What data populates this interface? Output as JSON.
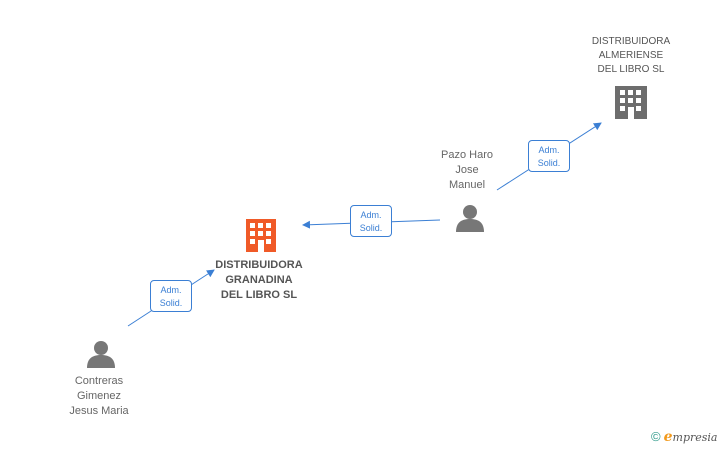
{
  "nodes": {
    "company_top": {
      "lines": [
        "DISTRIBUIDORA",
        "ALMERIENSE",
        "DEL LIBRO SL"
      ],
      "color": "#666666"
    },
    "company_main": {
      "lines": [
        "DISTRIBUIDORA",
        "GRANADINA",
        "DEL LIBRO SL"
      ],
      "color": "#f05a28"
    },
    "person_pazo": {
      "lines": [
        "Pazo Haro",
        "Jose",
        "Manuel"
      ]
    },
    "person_contreras": {
      "lines": [
        "Contreras",
        "Gimenez",
        "Jesus Maria"
      ]
    }
  },
  "edges": [
    {
      "from": "person_pazo",
      "to": "company_top",
      "role": [
        "Adm.",
        "Solid."
      ]
    },
    {
      "from": "person_pazo",
      "to": "company_main",
      "role": [
        "Adm.",
        "Solid."
      ]
    },
    {
      "from": "person_contreras",
      "to": "company_main",
      "role": [
        "Adm.",
        "Solid."
      ]
    }
  ],
  "colors": {
    "edge": "#3b7fd4",
    "person": "#777777"
  },
  "icons": {
    "company": "building-icon",
    "person": "person-icon"
  },
  "footer": {
    "copyright": "©",
    "brand_initial": "e",
    "brand_rest": "mpresia"
  }
}
